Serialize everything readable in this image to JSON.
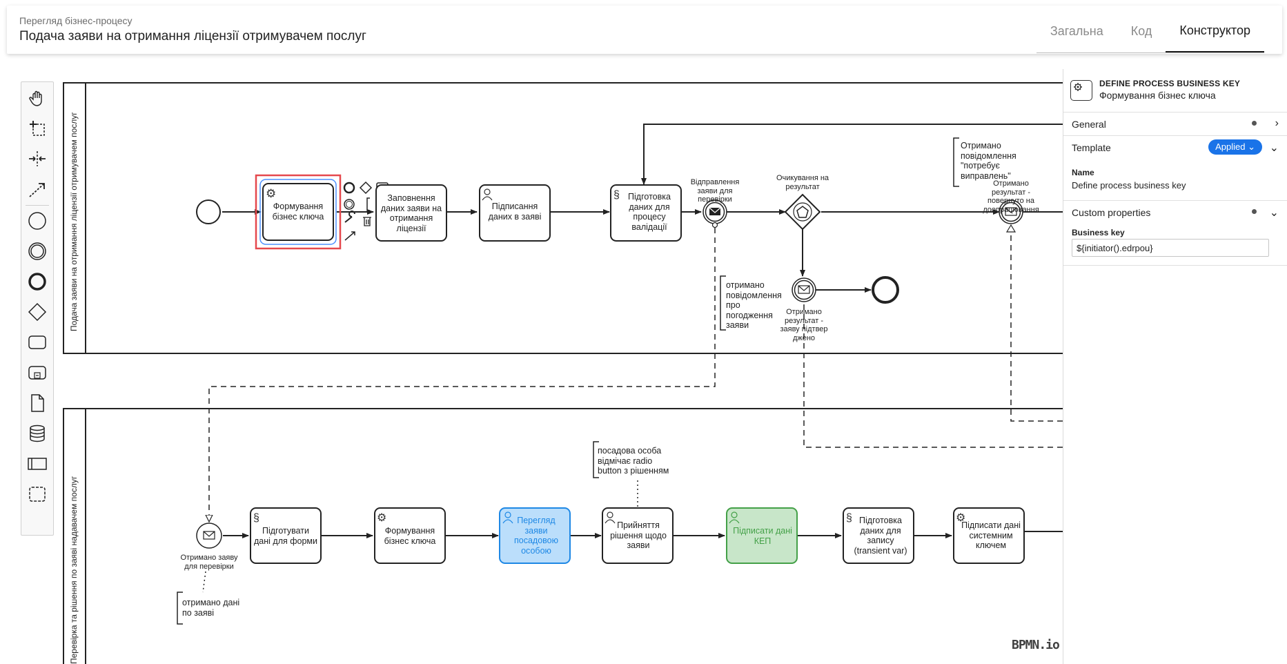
{
  "header": {
    "breadcrumb": "Перегляд бізнес-процесу",
    "title": "Подача заяви на отримання ліцензії отримувачем послуг",
    "tabs": [
      {
        "label": "Загальна",
        "active": false
      },
      {
        "label": "Код",
        "active": false
      },
      {
        "label": "Конструктор",
        "active": true
      }
    ]
  },
  "palette": {
    "tools": [
      "hand-tool-icon",
      "lasso-tool-icon",
      "space-tool-icon",
      "global-connect-icon",
      "start-event-icon",
      "intermediate-event-icon",
      "end-event-icon",
      "gateway-icon",
      "task-icon",
      "subprocess-icon",
      "data-object-icon",
      "data-store-icon",
      "participant-icon",
      "group-icon"
    ]
  },
  "lanes": {
    "top": "Подача заяви на отримання ліцензії отримувачем послуг",
    "bottom": "Перевірка та рішення по заяві надавачем послуг"
  },
  "tasks": {
    "t_business_key": "Формування бізнес ключа",
    "t_fill": "Заповнення даних заяви на отримання ліцензії",
    "t_sign": "Підписання даних в заяві",
    "t_prepare_validation": "Підготовка даних для процесу валідації",
    "b_prepare_form": "Підготувати дані для форми",
    "b_business_key": "Формування бізнес ключа",
    "b_review": "Перегляд заяви посадовою особою",
    "b_decision": "Прийняття рішення щодо заяви",
    "b_sign_kep": "Підписати дані КЕП",
    "b_prepare_record": "Підготовка даних для запису (transient var)",
    "b_sign_system": "Підписати дані системним ключем"
  },
  "labels": {
    "send_check": "Відправлення заяви для перевірки",
    "await_result": "Очикування на результат",
    "result_confirmed": "Отримано результат - заяву підтвер джено",
    "result_returned": "Отримано результат - повернуто на доопрацювання",
    "received_for_check": "Отримано заяву для перевірки"
  },
  "annotations": {
    "a_needs_fix": "Отримано повідомлення \"потребує виправлень\"",
    "a_approved": "отримано повідомлення про погодження заяви",
    "a_official": "посадова особа відмічає radio button з рішенням",
    "a_data": "отримано дані по заяві"
  },
  "watermark": "BPMN.io",
  "properties": {
    "element_type": "DEFINE PROCESS BUSINESS KEY",
    "element_name": "Формування бізнес ключа",
    "groups": {
      "general": "General",
      "template": "Template",
      "custom": "Custom properties"
    },
    "template_badge": "Applied",
    "name_label": "Name",
    "name_value": "Define process business key",
    "business_key_label": "Business key",
    "business_key_value": "${initiator().edrpou}"
  },
  "colors": {
    "selection": "#e5484d",
    "selection_inner": "#4d90fe",
    "user_task_blue_fill": "#bbdefb",
    "user_task_blue_stroke": "#1e88e5",
    "user_task_green_fill": "#c8e6c9",
    "user_task_green_stroke": "#43a047",
    "applied_badge": "#1a73e8"
  }
}
